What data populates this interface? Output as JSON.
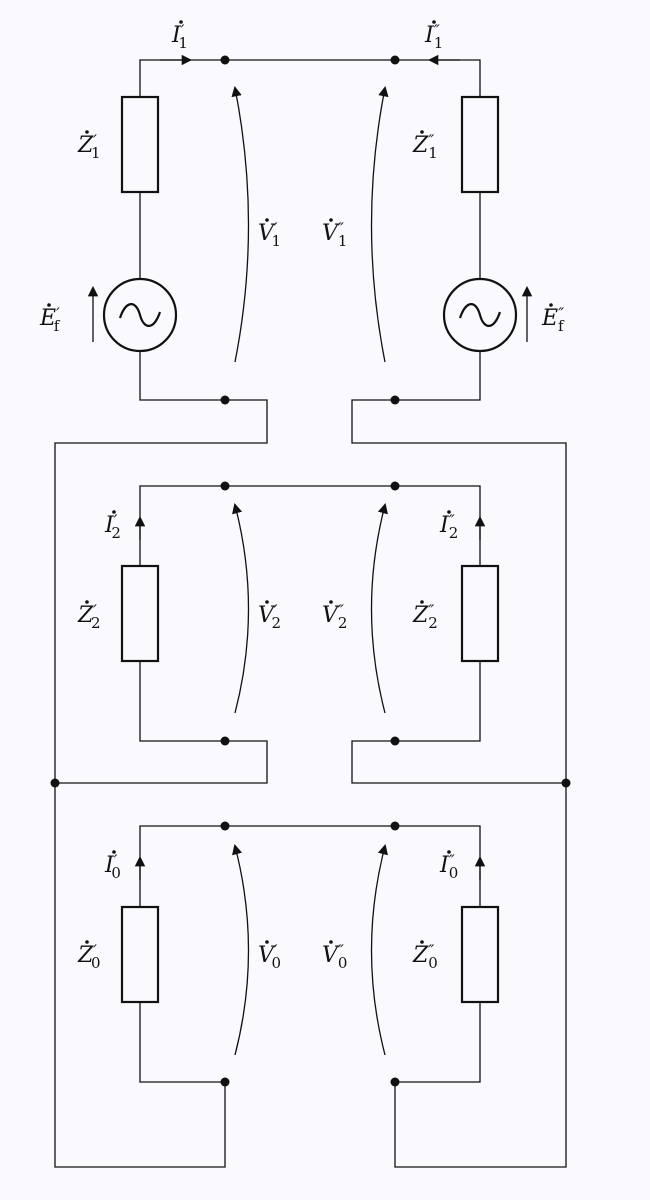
{
  "labels": {
    "I1p": {
      "sym": "I",
      "prime": "′",
      "sub": "1"
    },
    "I1pp": {
      "sym": "I",
      "prime": "″",
      "sub": "1"
    },
    "Z1p": {
      "sym": "Z",
      "prime": "′",
      "sub": "1"
    },
    "Z1pp": {
      "sym": "Z",
      "prime": "″",
      "sub": "1"
    },
    "V1p": {
      "sym": "V",
      "prime": "′",
      "sub": "1"
    },
    "V1pp": {
      "sym": "V",
      "prime": "″",
      "sub": "1"
    },
    "Efp": {
      "sym": "E",
      "prime": "′",
      "sub": "f"
    },
    "Efpp": {
      "sym": "E",
      "prime": "″",
      "sub": "f"
    },
    "I2p": {
      "sym": "I",
      "prime": "′",
      "sub": "2"
    },
    "I2pp": {
      "sym": "I",
      "prime": "″",
      "sub": "2"
    },
    "Z2p": {
      "sym": "Z",
      "prime": "′",
      "sub": "2"
    },
    "Z2pp": {
      "sym": "Z",
      "prime": "″",
      "sub": "2"
    },
    "V2p": {
      "sym": "V",
      "prime": "′",
      "sub": "2"
    },
    "V2pp": {
      "sym": "V",
      "prime": "″",
      "sub": "2"
    },
    "I0p": {
      "sym": "I",
      "prime": "′",
      "sub": "0"
    },
    "I0pp": {
      "sym": "I",
      "prime": "″",
      "sub": "0"
    },
    "Z0p": {
      "sym": "Z",
      "prime": "′",
      "sub": "0"
    },
    "Z0pp": {
      "sym": "Z",
      "prime": "″",
      "sub": "0"
    },
    "V0p": {
      "sym": "V",
      "prime": "′",
      "sub": "0"
    },
    "V0pp": {
      "sym": "V",
      "prime": "″",
      "sub": "0"
    }
  }
}
